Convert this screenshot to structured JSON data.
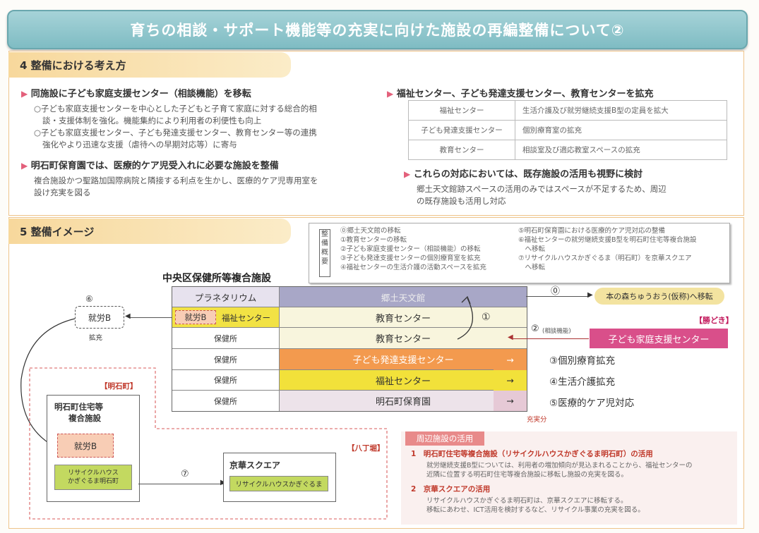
{
  "title": "育ちの相談・サポート機能等の充実に向けた施設の再編整備について②",
  "section4": {
    "heading": "4 整備における考え方",
    "left": {
      "b1_title": "同施設に子ども家庭支援センター（相談機能）を移転",
      "b1_l1": "○子ども家庭支援センターを中心とした子どもと子育て家庭に対する総合的相",
      "b1_l2": "談・支援体制を強化。機能集約により利用者の利便性も向上",
      "b1_l3": "○子ども家庭支援センター、子ども発達支援センター、教育センター等の連携",
      "b1_l4": "強化やより迅速な支援（虐待への早期対応等）に寄与",
      "b2_title": "明石町保育園では、医療的ケア児受入れに必要な施設を整備",
      "b2_l1": "複合施設かつ聖路加国際病院と隣接する利点を生かし、医療的ケア児専用室を",
      "b2_l2": "設け充実を図る"
    },
    "right": {
      "b3_title": "福祉センター、子ども発達支援センター、教育センターを拡充",
      "table": [
        {
          "name": "福祉センター",
          "desc": "生活介護及び就労継続支援B型の定員を拡大"
        },
        {
          "name": "子ども発達支援センター",
          "desc": "個別療育室の拡充"
        },
        {
          "name": "教育センター",
          "desc": "相談室及び適応教室スペースの拡充"
        }
      ],
      "b4_title": "これらの対応においては、既存施設の活用も視野に検討",
      "b4_l1": "郷土天文館跡スペースの活用のみではスペースが不足するため、周辺",
      "b4_l2": "の既存施設も活用し対応"
    }
  },
  "section5": {
    "heading": "5 整備イメージ",
    "gaiyo_label": "整備概要",
    "gaiyo_left": [
      "⓪郷土天文館の移転",
      "①教育センターの移転",
      "②子ども家庭支援センター（相談機能）の移転",
      "③子ども発達支援センターの個別療育室を拡充",
      "④福祉センターの生活介護の活動スペースを拡充"
    ],
    "gaiyo_right": [
      "⑤明石町保育園における医療的ケア児対応の整備",
      "⑥福祉センターの就労継続支援B型を明石町住宅等複合施設",
      "　へ移転",
      "⑦リサイクルハウスかぎぐるま（明石町）を京華スクエア",
      "　へ移転"
    ],
    "complex_title": "中央区保健所等複合施設",
    "rows": {
      "r1_left": "プラネタリウム",
      "r1_right": "郷土天文館",
      "r2_shuro": "就労B",
      "r2_fukushi": "福祉センター",
      "r2_right": "教育センター",
      "r3_left": "保健所",
      "r3_right": "教育センター",
      "r4_left": "保健所",
      "r4_right": "子ども発達支援センター",
      "r5_left": "保健所",
      "r5_right": "福祉センター",
      "r6_left": "保健所",
      "r6_right": "明石町保育園"
    },
    "arrow_marks": [
      "→",
      "→",
      "→"
    ],
    "c0": "⓪",
    "c1": "①",
    "c2": "②",
    "c2_note": "(相談機能)",
    "c6": "⑥",
    "c7": "⑦",
    "move_dest": "本の森ちゅうおう(仮称)へ移転",
    "kachidoki": "【勝どき】",
    "kodomo_katei": "子ども家庭支援センター",
    "expand3": "③個別療育拡充",
    "expand4": "④生活介護拡充",
    "expand5": "⑤医療的ケア児対応",
    "jujitsu": "充実分",
    "shuro_dashed": "就労B",
    "kakuju": "拡充",
    "akashicho_tag": "【明石町】",
    "akashicho_title_1": "明石町住宅等",
    "akashicho_title_2": "複合施設",
    "akashicho_shuro": "就労B",
    "recycle1_l1": "リサイクルハウス",
    "recycle1_l2": "かぎぐるま明石町",
    "hacchobori_tag": "【八丁堀】",
    "keika_title": "京華スクエア",
    "recycle2": "リサイクルハウスかぎぐるま",
    "shuhen_title": "周辺施設の活用",
    "shuhen_1_title": "1　明石町住宅等複合施設（リサイクルハウスかぎぐるま明石町）の活用",
    "shuhen_1_l1": "就労継続支援B型については、利用者の増加傾向が見込まれることから、福祉センターの",
    "shuhen_1_l2": "近隣に位置する明石町住宅等複合施設に移転し施設の充実を図る。",
    "shuhen_2_title": "2　京華スクエアの活用",
    "shuhen_2_l1": "リサイクルハウスかぎぐるま明石町は、京華スクエアに移転する。",
    "shuhen_2_l2": "移転にあわせ、ICT活用を検討するなど、リサイクル事業の充実を図る。"
  },
  "colors": {
    "orange": "#f39a4e",
    "yellow": "#f2e13a",
    "pink": "#d94f8a",
    "purple": "#9c9bc4"
  }
}
